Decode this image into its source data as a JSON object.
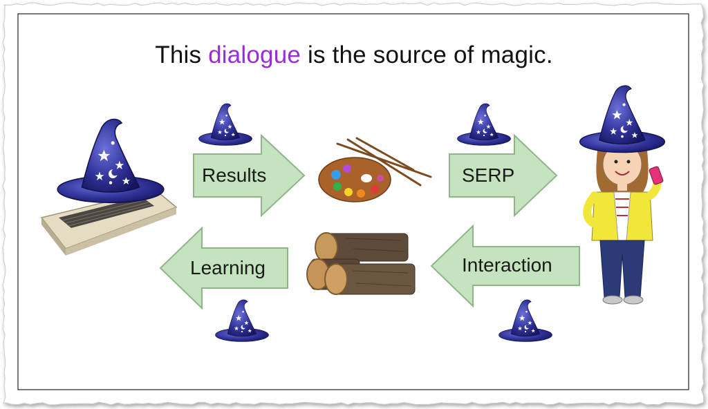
{
  "title": {
    "prefix": "This ",
    "highlight": "dialogue",
    "suffix": " is the source of magic."
  },
  "arrows": {
    "results": "Results",
    "serp": "SERP",
    "learning": "Learning",
    "interaction": "Interaction"
  },
  "colors": {
    "arrow_fill": "#c6e3bf",
    "arrow_stroke": "#8db686",
    "highlight": "#9b2bd8",
    "hat_blue": "#2d2f8c"
  },
  "icons": [
    "computer-wizard-hat-icon",
    "wizard-hat-icon",
    "paint-palette-icon",
    "wood-logs-icon",
    "girl-with-wizard-hat-icon"
  ]
}
